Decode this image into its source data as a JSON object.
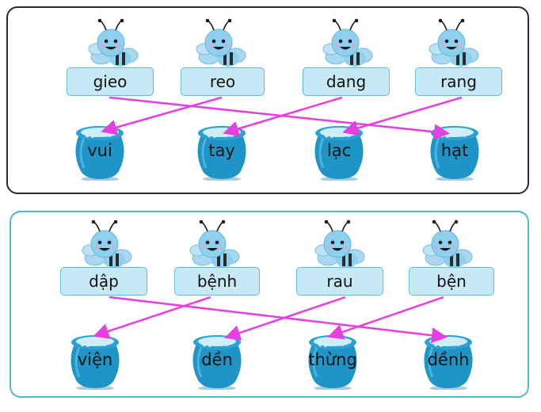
{
  "exercise_1": {
    "words": [
      "gieo",
      "reo",
      "dang",
      "rang"
    ],
    "pots": [
      "vui",
      "tay",
      "lạc",
      "hạt"
    ]
  },
  "exercise_2": {
    "words": [
      "dập",
      "bệnh",
      "rau",
      "bện"
    ],
    "pots": [
      "viện",
      "dền",
      "thừng",
      "dềnh"
    ]
  },
  "colors": {
    "connector": "#e83ee0",
    "card_fill": "#c7e9f6",
    "pot_blue": "#1f94c6",
    "panel_top_border": "#2b2b2b",
    "panel_bottom_border": "#4cb8dc"
  }
}
